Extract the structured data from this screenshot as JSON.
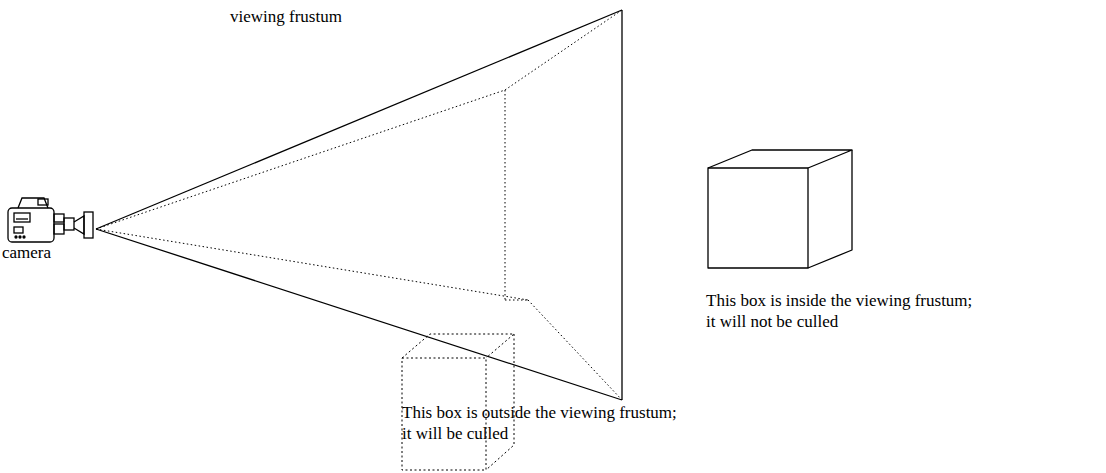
{
  "diagram": {
    "labels": [
      "viewing frustum",
      "camera",
      "This box is inside the viewing frustum; it will not be culled",
      "This box is outside the viewing frustum; it will be culled"
    ]
  }
}
